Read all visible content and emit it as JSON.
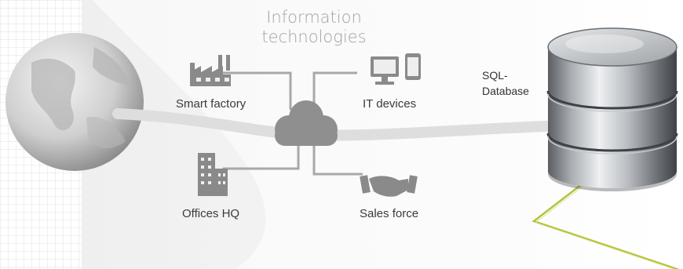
{
  "title": {
    "line1": "Information",
    "line2": "technologies"
  },
  "nodes": {
    "smart_factory": "Smart factory",
    "it_devices": "IT devices",
    "offices_hq": "Offices HQ",
    "sales_force": "Sales force"
  },
  "database": {
    "line1": "SQL-",
    "line2": "Database"
  },
  "colors": {
    "icon_gray": "#8a8a8a",
    "connector": "#a8a8a8",
    "cloud": "#8f8f8f",
    "wire_green": "#b5c23a",
    "grid": "#e3e3e3"
  }
}
